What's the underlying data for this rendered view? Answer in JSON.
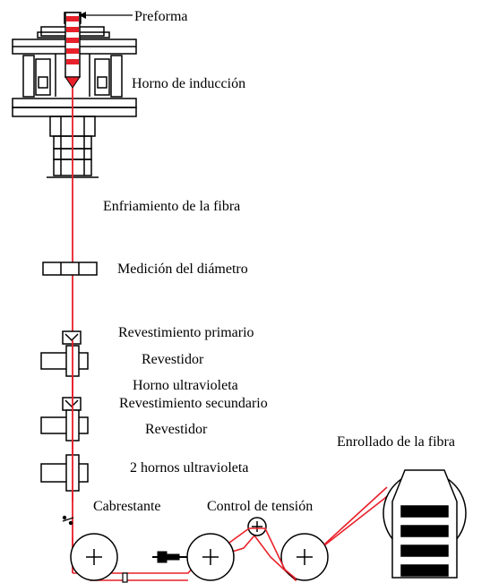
{
  "diagram": {
    "title": "",
    "colors": {
      "fiber": "#e8202a",
      "line": "#000000",
      "background": "#ffffff"
    },
    "stages": [
      {
        "id": "preform",
        "label": "Preforma"
      },
      {
        "id": "induction-furnace",
        "label": "Horno de inducción"
      },
      {
        "id": "fiber-cooling",
        "label": "Enfriamiento de la fibra"
      },
      {
        "id": "diameter-measurement",
        "label": "Medición del diámetro"
      },
      {
        "id": "primary-coating",
        "label": "Revestimiento primario"
      },
      {
        "id": "coater-1",
        "label": "Revestidor"
      },
      {
        "id": "uv-oven",
        "label": "Horno ultravioleta"
      },
      {
        "id": "secondary-coating",
        "label": "Revestimiento secundario"
      },
      {
        "id": "coater-2",
        "label": "Revestidor"
      },
      {
        "id": "two-uv-ovens",
        "label": "2 hornos ultravioleta"
      },
      {
        "id": "capstan",
        "label": "Cabrestante"
      },
      {
        "id": "tension-control",
        "label": "Control de tensión"
      },
      {
        "id": "fiber-winding",
        "label": "Enrollado de la fibra"
      }
    ]
  }
}
